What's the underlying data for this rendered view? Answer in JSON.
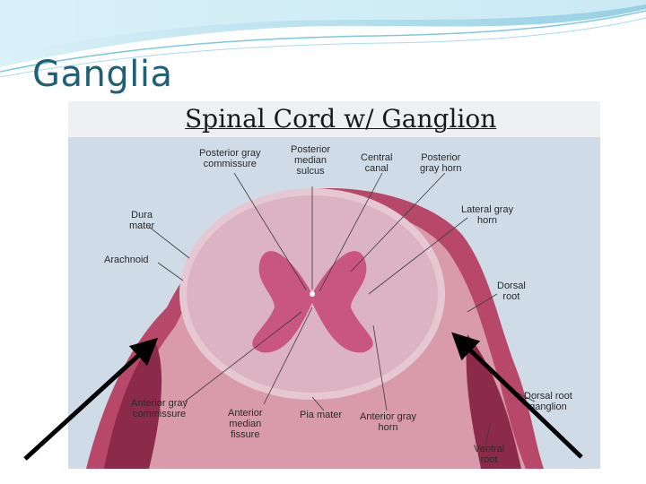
{
  "slide": {
    "title": "Ganglia",
    "accent_color": "#1f5f78"
  },
  "figure": {
    "title": "Spinal Cord w/ Ganglion",
    "labels": {
      "posterior_gray_commissure": [
        "Posterior gray",
        "commissure"
      ],
      "posterior_median_sulcus": [
        "Posterior",
        "median",
        "sulcus"
      ],
      "central_canal": [
        "Central",
        "canal"
      ],
      "posterior_gray_horn": [
        "Posterior",
        "gray horn"
      ],
      "lateral_gray_horn": [
        "Lateral gray",
        "horn"
      ],
      "dura_mater": [
        "Dura",
        "mater"
      ],
      "arachnoid": [
        "Arachnoid"
      ],
      "dorsal_root": [
        "Dorsal",
        "root"
      ],
      "anterior_gray_commissure": [
        "Anterior gray",
        "commissure"
      ],
      "anterior_median_fissure": [
        "Anterior",
        "median",
        "fissure"
      ],
      "pia_mater": [
        "Pia mater"
      ],
      "anterior_gray_horn": [
        "Anterior gray",
        "horn"
      ],
      "dorsal_root_ganglion": [
        "Dorsal root",
        "ganglion"
      ],
      "ventral_root": [
        "Ventral",
        "root"
      ]
    }
  }
}
